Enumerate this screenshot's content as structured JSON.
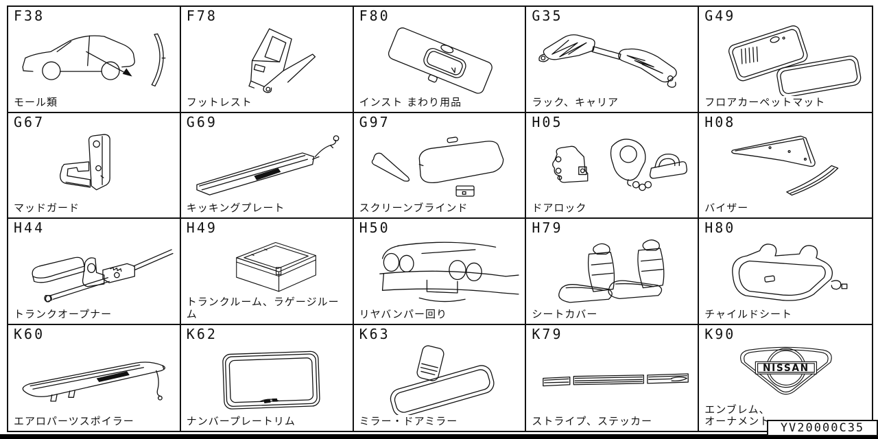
{
  "page": {
    "doc_code": "YV20000C35",
    "ink_color": "#111111",
    "background_color": "#ffffff"
  },
  "cells": [
    {
      "code": "F38",
      "label": "モール類",
      "drawing": "car-side-molding"
    },
    {
      "code": "F78",
      "label": "フットレスト",
      "drawing": "footrest"
    },
    {
      "code": "F80",
      "label": "インスト まわり用品",
      "drawing": "console-panel"
    },
    {
      "code": "G35",
      "label": "ラック、キャリア",
      "drawing": "roof-rack"
    },
    {
      "code": "G49",
      "label": "フロアカーペットマット",
      "drawing": "floor-mats"
    },
    {
      "code": "G67",
      "label": "マッドガード",
      "drawing": "mud-guard"
    },
    {
      "code": "G69",
      "label": "キッキングプレート",
      "drawing": "kicking-plate"
    },
    {
      "code": "G97",
      "label": "スクリーンブラインド",
      "drawing": "screen-blind"
    },
    {
      "code": "H05",
      "label": "ドアロック",
      "drawing": "door-lock"
    },
    {
      "code": "H08",
      "label": "バイザー",
      "drawing": "visor"
    },
    {
      "code": "H44",
      "label": "トランクオープナー",
      "drawing": "trunk-opener"
    },
    {
      "code": "H49",
      "label": "トランクルーム、ラゲージルーム",
      "drawing": "trunk-box"
    },
    {
      "code": "H50",
      "label": "リヤバンパー回り",
      "drawing": "rear-bumper"
    },
    {
      "code": "H79",
      "label": "シートカバー",
      "drawing": "seat-cover"
    },
    {
      "code": "H80",
      "label": "チャイルドシート",
      "drawing": "child-seat"
    },
    {
      "code": "K60",
      "label": "エアロパーツスポイラー",
      "drawing": "aero-spoiler"
    },
    {
      "code": "K62",
      "label": "ナンバープレートリム",
      "drawing": "plate-rim"
    },
    {
      "code": "K63",
      "label": "ミラー・ドアミラー",
      "drawing": "room-mirror"
    },
    {
      "code": "K79",
      "label": "ストライプ、ステッカー",
      "drawing": "stripes-sticker"
    },
    {
      "code": "K90",
      "label": "エンブレム、\nオーナメント",
      "drawing": "nissan-emblem",
      "emblem_text": "NISSAN"
    }
  ]
}
